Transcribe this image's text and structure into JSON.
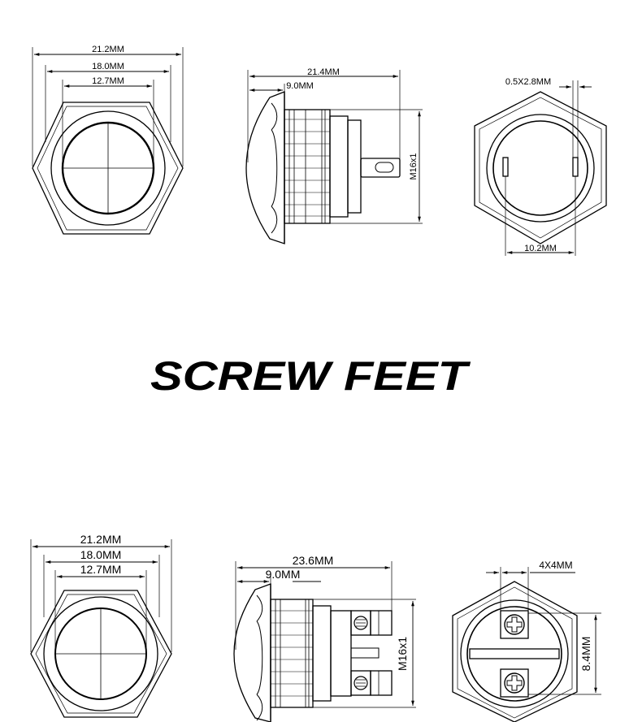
{
  "section_title": "SCREW FEET",
  "pin_terminal": {
    "front": {
      "width": "21.2MM",
      "ring": "18.0MM",
      "cap": "12.7MM"
    },
    "side": {
      "length": "21.4MM",
      "head": "9.0MM",
      "thread": "M16x1"
    },
    "back": {
      "pin": "0.5X2.8MM",
      "span": "10.2MM"
    }
  },
  "screw_feet": {
    "front": {
      "width": "21.2MM",
      "ring": "18.0MM",
      "cap": "12.7MM"
    },
    "side": {
      "length": "23.6MM",
      "head": "9.0MM",
      "thread": "M16x1"
    },
    "back": {
      "screw": "4X4MM",
      "span": "8.4MM"
    }
  }
}
